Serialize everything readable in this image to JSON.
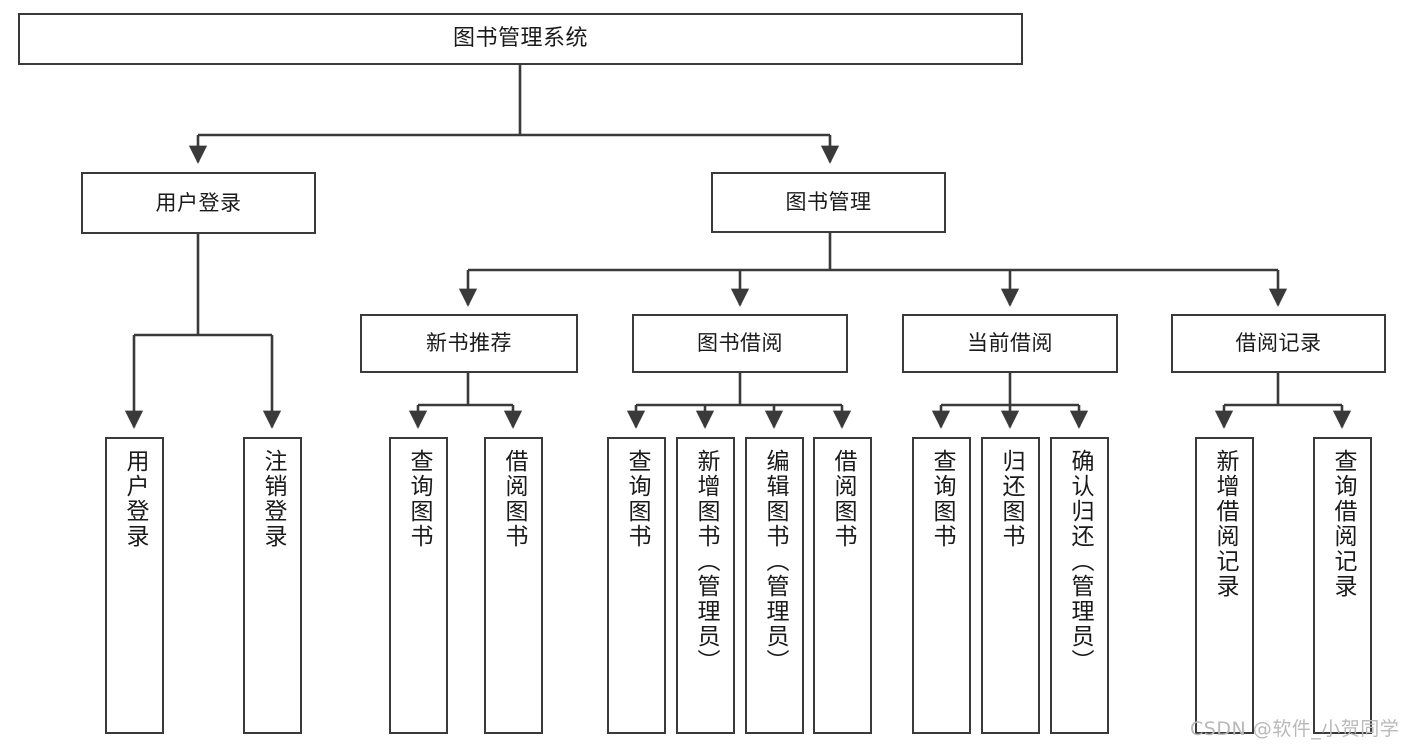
{
  "diagram": {
    "title": "图书管理系统",
    "type": "functional-decomposition-tree",
    "root": {
      "label": "图书管理系统"
    },
    "level2": [
      {
        "label": "用户登录"
      },
      {
        "label": "图书管理"
      }
    ],
    "level3": [
      {
        "label": "新书推荐"
      },
      {
        "label": "图书借阅"
      },
      {
        "label": "当前借阅"
      },
      {
        "label": "借阅记录"
      }
    ],
    "leaves": {
      "user_login": [
        {
          "label": "用户登录"
        },
        {
          "label": "注销登录"
        }
      ],
      "new_book_recommend": [
        {
          "label": "查询图书"
        },
        {
          "label": "借阅图书"
        }
      ],
      "book_borrow": [
        {
          "label": "查询图书"
        },
        {
          "label": "新增图书（管理员）"
        },
        {
          "label": "编辑图书（管理员）"
        },
        {
          "label": "借阅图书"
        }
      ],
      "current_borrow": [
        {
          "label": "查询图书"
        },
        {
          "label": "归还图书"
        },
        {
          "label": "确认归还（管理员）"
        }
      ],
      "borrow_record": [
        {
          "label": "新增借阅记录"
        },
        {
          "label": "查询借阅记录"
        }
      ]
    }
  },
  "watermark": {
    "text": "CSDN @软件_小贺同学"
  },
  "colors": {
    "stroke": "#3a3a3a",
    "fill": "#ffffff",
    "text": "#1a1a1a",
    "watermark": "#b9b9b9"
  }
}
